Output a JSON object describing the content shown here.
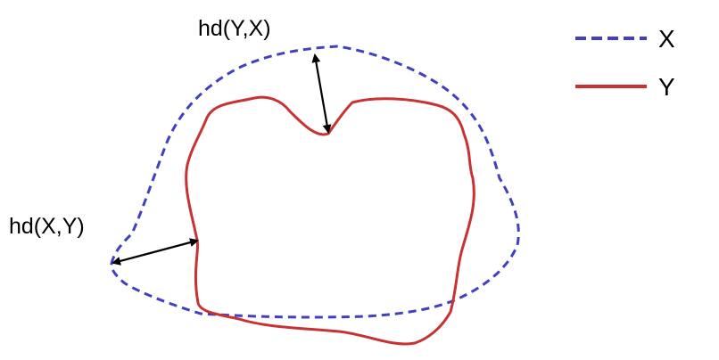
{
  "legend": {
    "items": [
      {
        "label": "X",
        "style": "dashed",
        "color": "#4040c0"
      },
      {
        "label": "Y",
        "style": "solid",
        "color": "#c83232"
      }
    ]
  },
  "annotations": {
    "hd_yx": "hd(Y,X)",
    "hd_xy": "hd(X,Y)"
  },
  "colors": {
    "curve_x": "#4040c0",
    "curve_y": "#c83232",
    "arrow": "#000000"
  }
}
